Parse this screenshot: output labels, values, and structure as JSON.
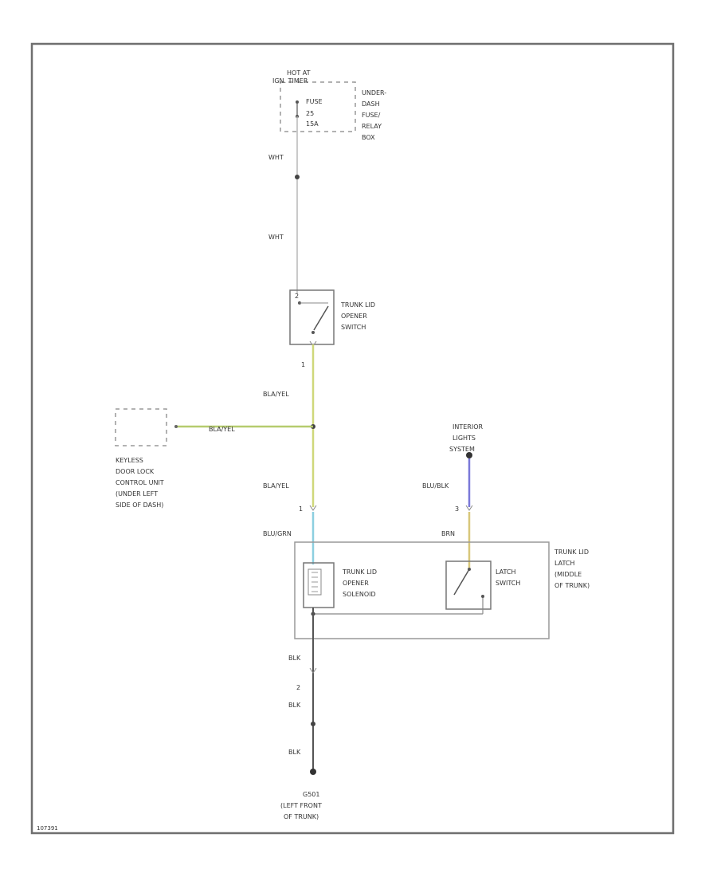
{
  "colors": {
    "wire_default": "#8a8a8a",
    "wire_bla_yel": "#cfd87a",
    "wire_blu_blk": "#7a78d8",
    "wire_blu_grn": "#8ccfe0",
    "wire_brn": "#d8c77a",
    "wire_blk": "#555555",
    "outline": "#888888"
  },
  "labels": {
    "hot_at": "HOT AT",
    "ign_timer": "IGN. TIMER",
    "fuse": "FUSE",
    "fuse_num": "25",
    "fuse_amp": "15A",
    "underdash_box": [
      "UNDER-",
      "DASH",
      "FUSE/",
      "RELAY",
      "BOX"
    ],
    "wht_1": "WHT",
    "wht_2": "WHT",
    "trunk_lid_opener_switch": [
      "TRUNK LID",
      "OPENER",
      "SWITCH"
    ],
    "pin_switch_top": "2",
    "pin_switch_bottom": "1",
    "bla_yel_1": "BLA/YEL",
    "bla_yel_h": "BLA/YEL",
    "bla_yel_2": "BLA/YEL",
    "keyless": [
      "KEYLESS",
      "DOOR LOCK",
      "CONTROL UNIT",
      "(UNDER LEFT",
      "SIDE OF DASH)"
    ],
    "interior_lights_system": [
      "INTERIOR",
      "LIGHTS",
      "SYSTEM"
    ],
    "blu_blk": "BLU/BLK",
    "pin_1a": "1",
    "pin_3a": "3",
    "blu_grn": "BLU/GRN",
    "brn": "BRN",
    "trunk_lid_latch": [
      "TRUNK LID",
      "LATCH",
      "(MIDDLE",
      "OF TRUNK)"
    ],
    "trunk_lid_opener_solenoid": [
      "TRUNK LID",
      "OPENER",
      "SOLENOID"
    ],
    "latch_switch": [
      "LATCH",
      "SWITCH"
    ],
    "blk_1": "BLK",
    "pin_2": "2",
    "blk_2": "BLK",
    "blk_3": "BLK",
    "ground_name": "G501",
    "ground_loc": [
      "(LEFT FRONT",
      "OF TRUNK)"
    ],
    "figure_id": "107391"
  }
}
